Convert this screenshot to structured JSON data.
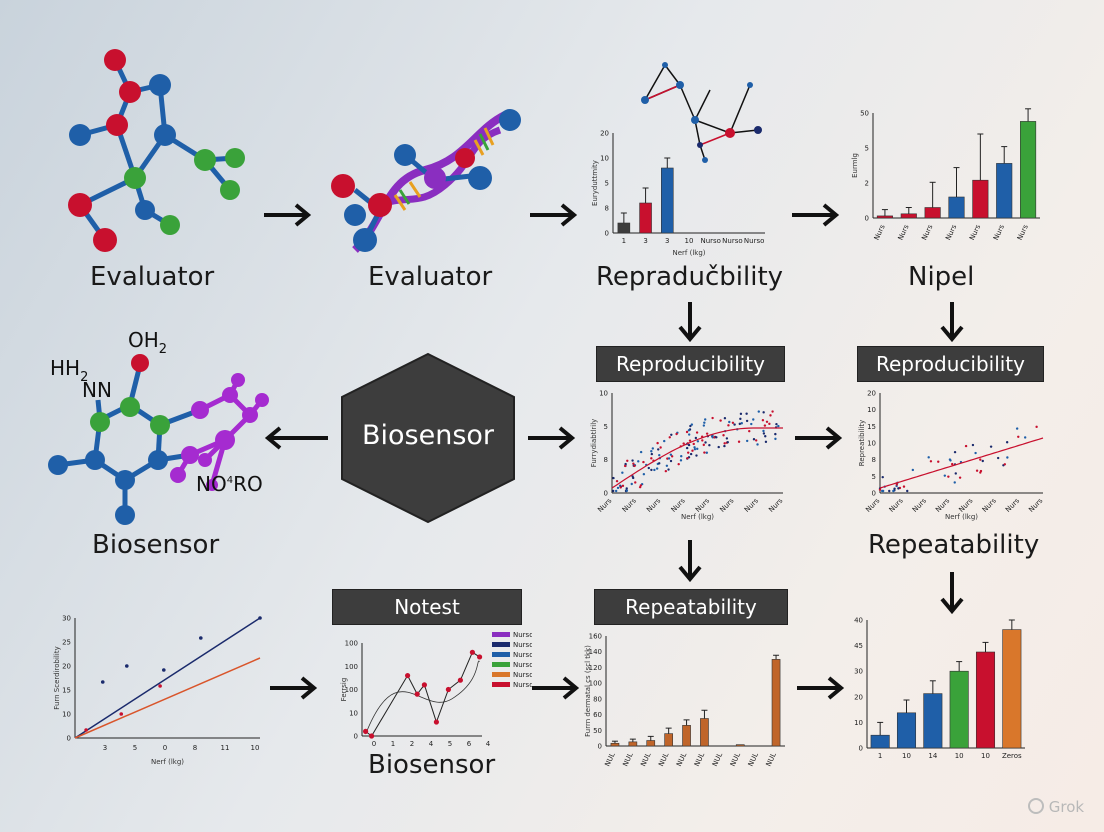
{
  "labels": {
    "row1": [
      "Evaluator",
      "Evaluator",
      "Repradučbility",
      "Nipel"
    ],
    "row2_left": "Biosensor",
    "hexagon": "Biosensor",
    "row2_right_caption": "Repeatability",
    "row3_mid": "Biosensor"
  },
  "boxes": {
    "repro_mid": "Reproducibility",
    "repro_right": "Reproducibility",
    "notest": "Notest",
    "repeat_mid": "Repeatability"
  },
  "molecule_text": {
    "oh2": "OH",
    "oh2_sub": "2",
    "hh": "HH",
    "hh_sub": "2",
    "nn": "NN",
    "no": "NO",
    "no_sup": "4",
    "ro": "RO"
  },
  "watermark": "Grok",
  "colors": {
    "red": "#c8102e",
    "blue": "#1f5fa8",
    "green": "#3aa23a",
    "purple": "#8a2ec0",
    "dark": "#3d3d3d",
    "orange": "#d9772b"
  },
  "chart_data": [
    {
      "id": "bar-repro-top",
      "type": "bar",
      "ylabel": "Euryduttmity",
      "xlabel": "Nerf (lkg)",
      "ylim": [
        0,
        20
      ],
      "y_ticks": [
        "0",
        "8",
        "5",
        "10",
        "20"
      ],
      "categories": [
        "1",
        "3",
        "3",
        "10",
        "Nurso",
        "Nurso",
        "Nurso"
      ],
      "values": [
        2,
        6,
        13,
        0,
        0,
        0,
        0
      ],
      "errors": [
        2,
        3,
        2,
        0,
        0,
        0,
        0
      ],
      "bar_colors": [
        "#3d3d3d",
        "#c8102e",
        "#1f5fa8"
      ]
    },
    {
      "id": "bar-nipel",
      "type": "bar",
      "ylabel": "Eurmlg",
      "xlabel": "",
      "ylim": [
        0,
        50
      ],
      "y_ticks": [
        "0",
        "2",
        "5",
        "50"
      ],
      "categories": [
        "Nurs",
        "Nurs",
        "Nurs",
        "Nurs",
        "Nurs",
        "Nurs",
        "Nurs"
      ],
      "values": [
        1,
        2,
        5,
        10,
        18,
        26,
        46
      ],
      "errors": [
        3,
        3,
        12,
        14,
        22,
        8,
        6
      ],
      "bar_colors": [
        "#c8102e",
        "#c8102e",
        "#c8102e",
        "#1f5fa8",
        "#c8102e",
        "#1f5fa8",
        "#3aa23a"
      ]
    },
    {
      "id": "scatter-repro-mid",
      "type": "scatter",
      "ylabel": "Furrydiabtlrily",
      "xlabel": "Nerf (lkg)",
      "ylim": [
        0,
        10
      ],
      "y_ticks": [
        "0",
        "8",
        "5",
        "10"
      ]
    },
    {
      "id": "scatter-repro-right",
      "type": "scatter",
      "ylabel": "Repreatibility",
      "xlabel": "Nerf (lkg)",
      "ylim": [
        0,
        20
      ],
      "y_ticks": [
        "0",
        "5",
        "8",
        "10",
        "15",
        "10",
        "20"
      ]
    },
    {
      "id": "line-left",
      "type": "line",
      "ylabel": "Furn Scerdirobility",
      "xlabel": "Nerf (lkg)",
      "ylim": [
        0,
        30
      ],
      "y_ticks": [
        "0",
        "10",
        "15",
        "20",
        "25",
        "30"
      ],
      "x_ticks": [
        "3",
        "5",
        "0",
        "8",
        "11",
        "10"
      ],
      "series": [
        {
          "color": "#1a2a6c",
          "x": [
            0,
            10
          ],
          "y": [
            0,
            30
          ]
        },
        {
          "color": "#d9552b",
          "x": [
            0,
            10
          ],
          "y": [
            0,
            20
          ]
        }
      ]
    },
    {
      "id": "line-notest",
      "type": "line",
      "ylabel": "Ferrsig",
      "xlabel": "",
      "ylim": [
        0,
        100
      ],
      "y_ticks": [
        "0",
        "10",
        "100",
        "100",
        "100"
      ],
      "x_ticks": [
        "0",
        "1",
        "2",
        "4",
        "5",
        "6",
        "4"
      ],
      "legend": [
        "Nurso",
        "Nurso",
        "Nurso",
        "Nurso",
        "Nurso",
        "Nurso"
      ]
    },
    {
      "id": "bar-repeat-mid",
      "type": "bar",
      "ylabel": "Furrn dermatal cs (scl tkk)",
      "xlabel": "",
      "ylim": [
        0,
        160
      ],
      "y_ticks": [
        "0",
        "50",
        "60",
        "80",
        "100",
        "120",
        "140",
        "160"
      ],
      "categories": [
        "NUL",
        "NUL",
        "NUL",
        "NUL",
        "NUL",
        "NUL",
        "NUL",
        "NUL",
        "NUL",
        "NUL"
      ],
      "values": [
        4,
        6,
        8,
        18,
        30,
        40,
        0,
        2,
        0,
        126
      ],
      "errors": [
        3,
        4,
        6,
        8,
        8,
        12,
        0,
        0,
        0,
        6
      ]
    },
    {
      "id": "bar-final",
      "type": "bar",
      "ylabel": "",
      "xlabel": "",
      "ylim": [
        0,
        40
      ],
      "y_ticks": [
        "0",
        "10",
        "20",
        "30",
        "45",
        "40"
      ],
      "categories": [
        "1",
        "10",
        "14",
        "10",
        "10",
        "Zeros"
      ],
      "values": [
        4,
        11,
        17,
        24,
        30,
        37
      ],
      "errors": [
        4,
        4,
        4,
        3,
        3,
        3
      ],
      "bar_colors": [
        "#1f5fa8",
        "#1f5fa8",
        "#1f5fa8",
        "#3aa23a",
        "#c8102e",
        "#d9772b"
      ]
    }
  ]
}
